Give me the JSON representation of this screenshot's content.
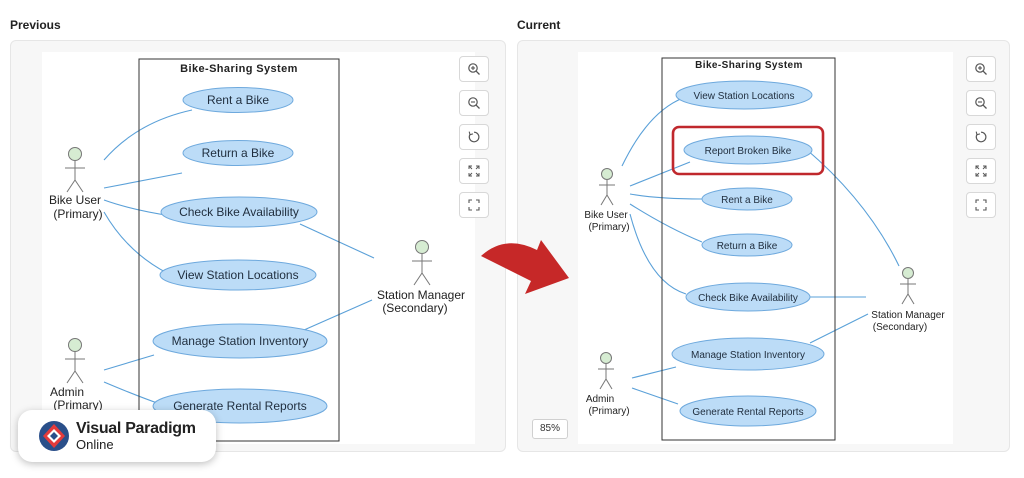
{
  "previous": {
    "title": "Previous",
    "system_name": "Bike-Sharing System",
    "use_cases": [
      "Rent a Bike",
      "Return a Bike",
      "Check Bike Availability",
      "View Station Locations",
      "Manage Station Inventory",
      "Generate Rental Reports"
    ],
    "actors": [
      {
        "name": "Bike User",
        "role": "(Primary)"
      },
      {
        "name": "Admin",
        "role": "(Primary)"
      },
      {
        "name": "Station Manager",
        "role": "(Secondary)"
      }
    ]
  },
  "current": {
    "title": "Current",
    "system_name": "Bike-Sharing System",
    "use_cases": [
      "View Station Locations",
      "Report Broken Bike",
      "Rent a Bike",
      "Return a Bike",
      "Check Bike Availability",
      "Manage Station Inventory",
      "Generate Rental Reports"
    ],
    "highlighted_use_case": "Report Broken Bike",
    "actors": [
      {
        "name": "Bike User",
        "role": "(Primary)"
      },
      {
        "name": "Admin",
        "role": "(Primary)"
      },
      {
        "name": "Station Manager",
        "role": "(Secondary)"
      }
    ],
    "zoom_label": "85%"
  },
  "toolbar": [
    {
      "name": "zoom-in",
      "icon": "zoom-in-icon"
    },
    {
      "name": "zoom-out",
      "icon": "zoom-out-icon"
    },
    {
      "name": "reset",
      "icon": "reset-icon"
    },
    {
      "name": "fit",
      "icon": "fit-icon"
    },
    {
      "name": "fullscreen",
      "icon": "fullscreen-icon"
    }
  ],
  "logo": {
    "line1": "Visual Paradigm",
    "line2": "Online"
  },
  "colors": {
    "usecase_fill": "#bcdcf7",
    "usecase_stroke": "#6ea9dd",
    "line": "#5aa0d8",
    "actor_head": "#d6ecd2",
    "highlight": "#c0282d",
    "arrow": "#c62828"
  }
}
